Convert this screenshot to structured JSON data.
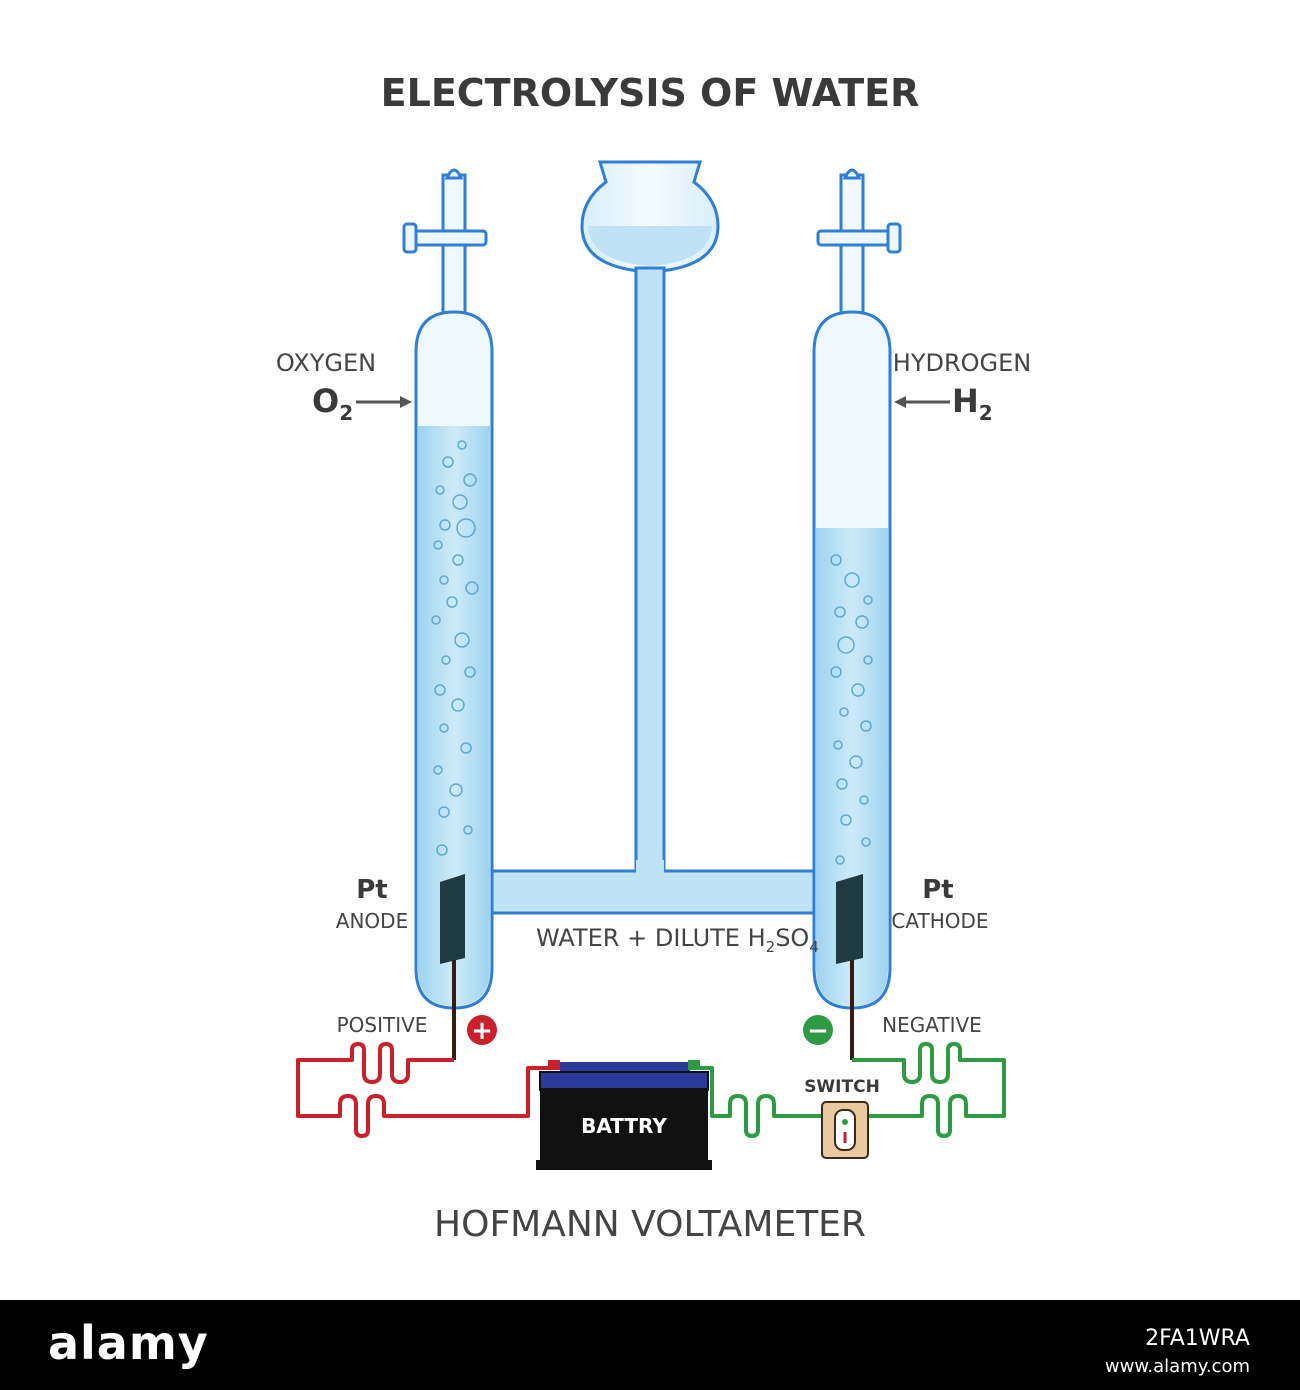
{
  "title": "ELECTROLYSIS OF WATER",
  "subtitle": "HOFMANN VOLTAMETER",
  "labels": {
    "oxygen_name": "OXYGEN",
    "oxygen_formula": "O",
    "oxygen_sub": "2",
    "hydrogen_name": "HYDROGEN",
    "hydrogen_formula": "H",
    "hydrogen_sub": "2",
    "anode_metal": "Pt",
    "anode": "ANODE",
    "cathode_metal": "Pt",
    "cathode": "CATHODE",
    "electrolyte_prefix": "WATER + DILUTE  H",
    "electrolyte_sub1": "2",
    "electrolyte_mid": "SO",
    "electrolyte_sub2": "4",
    "positive": "POSITIVE",
    "negative": "NEGATIVE",
    "switch": "SWITCH",
    "battery": "BATTRY",
    "plus_sign": "+",
    "minus_sign": "−"
  },
  "colors": {
    "water": "#bfe3f5",
    "tube_outline": "#2f7fd6",
    "positive_wire": "#c9202c",
    "negative_wire": "#2e9a44",
    "battery_body": "#111111",
    "battery_top": "#2b3a9a",
    "switch_body": "#e8c9a0"
  },
  "footer": {
    "logo": "alamy",
    "image_id": "2FA1WRA",
    "url": "www.alamy.com"
  }
}
